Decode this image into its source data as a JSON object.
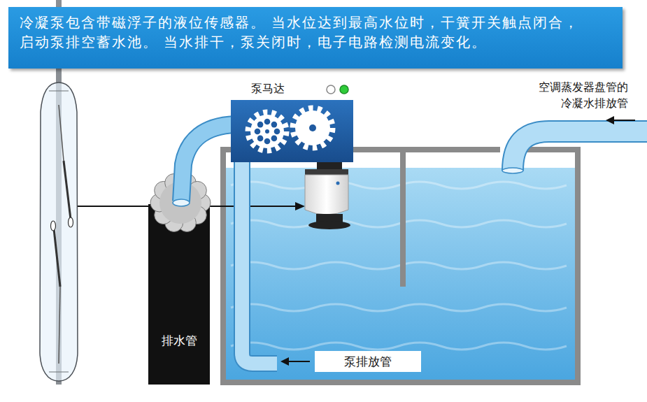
{
  "diagram": {
    "nodes": [
      {
        "text": [
          "冷凝泵包含带磁浮子的液位传感器。 当水位达到最高水位时，干簧开关触点闭合， 启动泵排空蓄水池。 当水排干，泵关闭时，电子电路检测电流变化。"
        ]
      },
      {
        "text": [
          "泵马达"
        ]
      },
      {
        "text": [
          "排水管"
        ]
      }
    ],
    "labels": [
      "泵排放管",
      "空调蒸发器盘管的 冷凝水排放管"
    ]
  }
}
